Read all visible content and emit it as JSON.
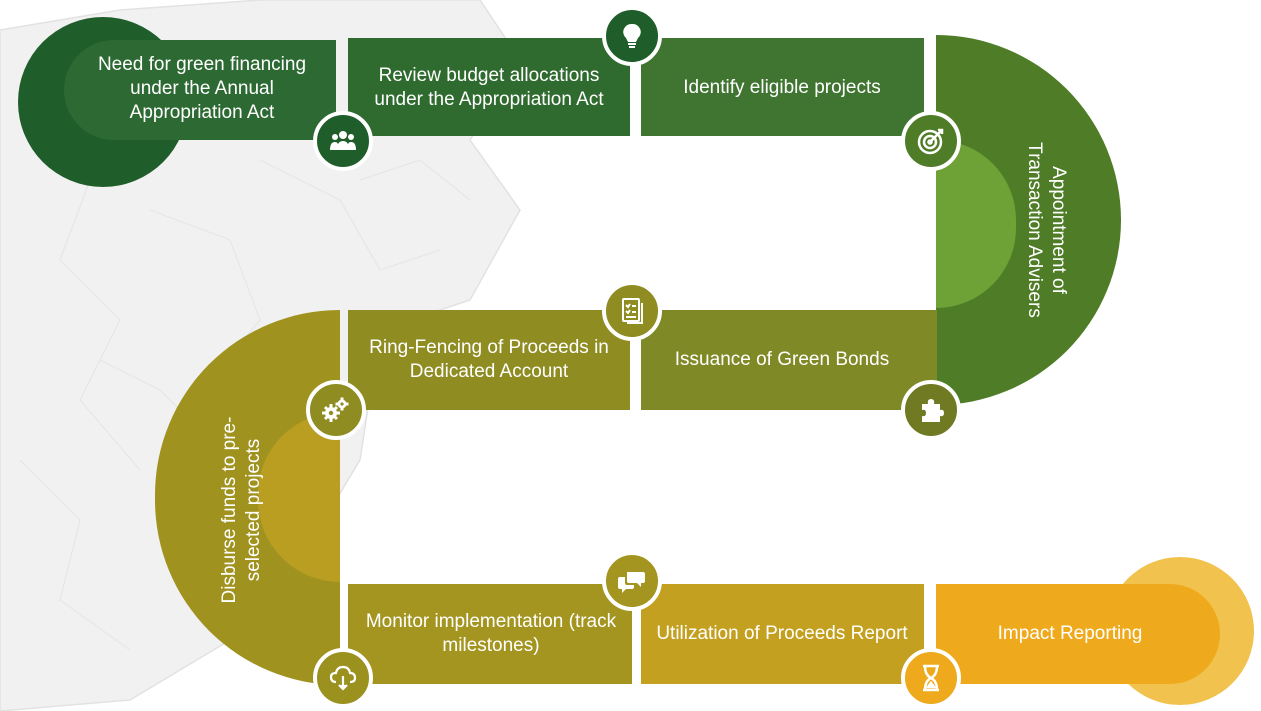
{
  "steps": {
    "s1": "Need for green financing under the Annual Appropriation Act",
    "s2": "Review budget allocations under the Appropriation Act",
    "s3": "Identify eligible projects",
    "s4": "Appointment of Transaction Advisers",
    "s5": "Issuance of Green Bonds",
    "s6": "Ring-Fencing of Proceeds in Dedicated Account",
    "s7": "Disburse funds to pre-selected projects",
    "s8": "Monitor implementation (track milestones)",
    "s9": "Utilization of Proceeds Report",
    "s10": "Impact Reporting"
  },
  "icons": {
    "i1": "people-group-icon",
    "i2": "lightbulb-icon",
    "i3": "target-icon",
    "i4": "documents-icon",
    "i5": "puzzle-piece-icon",
    "i6": "gears-icon",
    "i7": "chat-bubbles-icon",
    "i8": "cloud-download-icon",
    "i9": "hourglass-icon"
  },
  "colors": {
    "dark_green": "#1f5e2a",
    "green": "#2e6b2e",
    "mid_green": "#4f7f28",
    "light_green": "#6fa236",
    "olive": "#8f8c22",
    "olive_light": "#b09a22",
    "gold": "#c8a21e",
    "amber": "#eeaa1c",
    "amber_light": "#f2c24e"
  }
}
